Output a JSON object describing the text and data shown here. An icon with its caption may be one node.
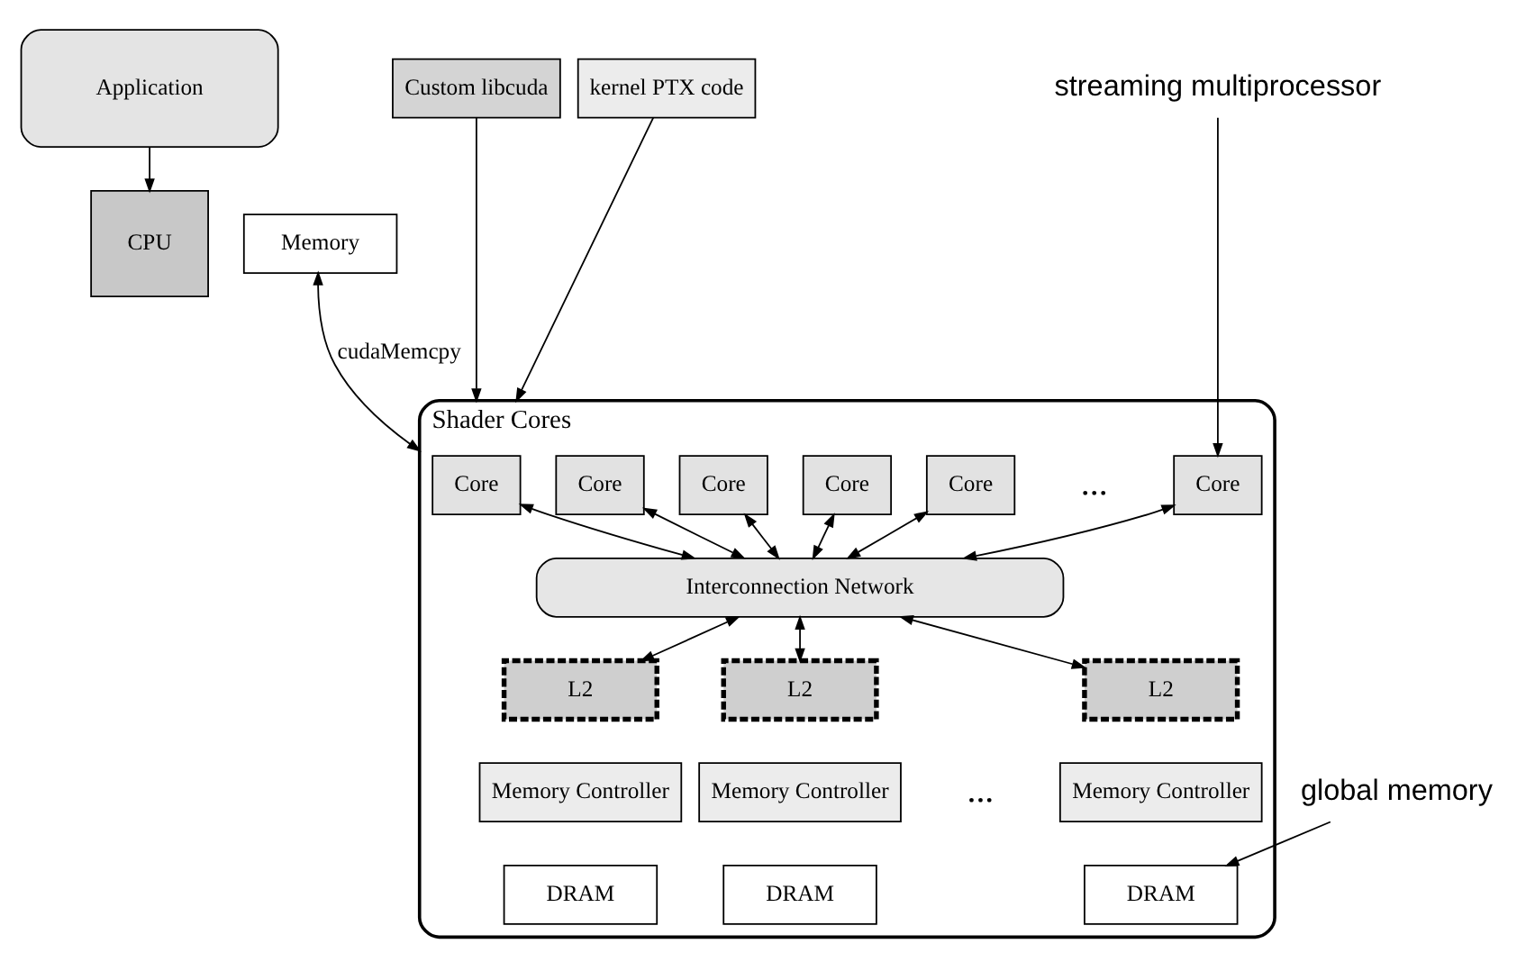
{
  "diagram": {
    "nodes": [
      {
        "text": [
          "Application"
        ]
      },
      {
        "text": [
          "Custom libcuda"
        ]
      },
      {
        "text": [
          "kernel PTX code"
        ]
      },
      {
        "text": [
          "CPU"
        ]
      },
      {
        "text": [
          "Memory"
        ]
      },
      {
        "text": [
          "Shader Cores"
        ]
      },
      {
        "text": [
          "Core"
        ],
        "in": 5
      },
      {
        "text": [
          "Core"
        ],
        "in": 5
      },
      {
        "text": [
          "Core"
        ],
        "in": 5
      },
      {
        "text": [
          "Core"
        ],
        "in": 5
      },
      {
        "text": [
          "Core"
        ],
        "in": 5
      },
      {
        "text": [
          "Core"
        ],
        "in": 5
      },
      {
        "text": [
          "Interconnection Network"
        ],
        "in": 5
      },
      {
        "text": [
          "L2"
        ],
        "in": 5
      },
      {
        "text": [
          "L2"
        ],
        "in": 5
      },
      {
        "text": [
          "L2"
        ],
        "in": 5
      },
      {
        "text": [
          "Memory Controller"
        ],
        "in": 5
      },
      {
        "text": [
          "Memory Controller"
        ],
        "in": 5
      },
      {
        "text": [
          "Memory Controller"
        ],
        "in": 5
      },
      {
        "text": [
          "DRAM"
        ],
        "in": 5
      },
      {
        "text": [
          "DRAM"
        ],
        "in": 5
      },
      {
        "text": [
          "DRAM"
        ],
        "in": 5
      },
      {
        "text": [
          "streaming multiprocessor"
        ]
      },
      {
        "text": [
          "global memory"
        ]
      }
    ],
    "edges": [
      {
        "from": 0,
        "to": 3,
        "arrow": "to"
      },
      {
        "from": 1,
        "to": 5,
        "arrow": "to"
      },
      {
        "from": 2,
        "to": 5,
        "arrow": "to"
      },
      {
        "from": 4,
        "to": 5,
        "arrow": "both",
        "label": "cudaMemcpy"
      },
      {
        "from": 6,
        "to": 12,
        "arrow": "both"
      },
      {
        "from": 7,
        "to": 12,
        "arrow": "both"
      },
      {
        "from": 8,
        "to": 12,
        "arrow": "both"
      },
      {
        "from": 9,
        "to": 12,
        "arrow": "both"
      },
      {
        "from": 10,
        "to": 12,
        "arrow": "both"
      },
      {
        "from": 11,
        "to": 12,
        "arrow": "both"
      },
      {
        "from": 12,
        "to": 13,
        "arrow": "both"
      },
      {
        "from": 12,
        "to": 14,
        "arrow": "both"
      },
      {
        "from": 12,
        "to": 15,
        "arrow": "both"
      },
      {
        "from": 22,
        "to": 11,
        "arrow": "to"
      },
      {
        "from": 23,
        "to": 21,
        "arrow": "to"
      }
    ],
    "labels": [
      "...",
      "..."
    ]
  }
}
